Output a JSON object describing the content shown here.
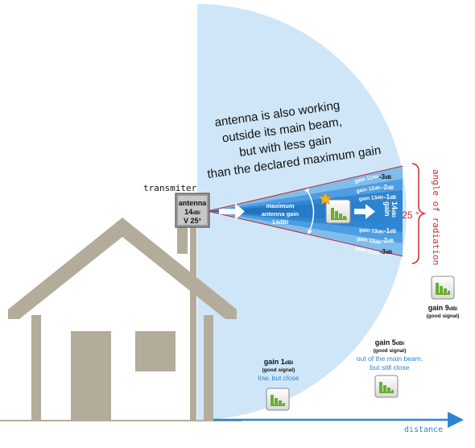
{
  "colors": {
    "coverage": "#cfe6f8",
    "beam_dark": "#1d6fb8",
    "beam_mid": "#3a8fd6",
    "beam_light": "#6fb2ea",
    "house": "#b3ac9b",
    "house_window": "#b3ac9b",
    "red": "#cc2b2b",
    "distance_blue": "#2a86d0",
    "signal_green": "#6aae2f",
    "star": "#f5b320"
  },
  "coverage_text": {
    "line1": "antenna is also working",
    "line2": "outside its main beam,",
    "line3": "but with less gain",
    "line4": "than the declared maximum gain"
  },
  "transmitter": {
    "label": "transmiter",
    "antenna_line1": "antenna",
    "antenna_gain_value": "14",
    "antenna_gain_unit": "dBi",
    "antenna_line3": "V 25°"
  },
  "beam": {
    "center_line1": "maximum",
    "center_line2": "antenna gain",
    "center_line3": "14dBi",
    "gain_vertical_word": "gain",
    "gain_vertical_value": "14",
    "gain_vertical_unit": "dBi",
    "upper_labels": [
      {
        "name": "gain 11",
        "unit": "dBi",
        "delta": "-3",
        "delta_unit": "dB"
      },
      {
        "name": "gain 12",
        "unit": "dBi",
        "delta": "-2",
        "delta_unit": "dB"
      },
      {
        "name": "gain 13",
        "unit": "dBi",
        "delta": "-1",
        "delta_unit": "dB"
      }
    ],
    "lower_labels": [
      {
        "name": "gain 13",
        "unit": "dBi",
        "delta": "-1",
        "delta_unit": "dB"
      },
      {
        "name": "gain 12",
        "unit": "dBi",
        "delta": "-2",
        "delta_unit": "dB"
      },
      {
        "name": "gain 11",
        "unit": "dBi",
        "delta": "-3",
        "delta_unit": "dB"
      }
    ]
  },
  "angle": {
    "value": "25 °",
    "label": "angle of radiation"
  },
  "receivers": [
    {
      "gain_prefix": "gain ",
      "gain_value": "9",
      "gain_unit": "dBi",
      "quality": "(good signal)",
      "note_line1": "",
      "note_line2": ""
    },
    {
      "gain_prefix": "gain ",
      "gain_value": "5",
      "gain_unit": "dBi",
      "quality": "(good signal)",
      "note_line1": "out of the main beam,",
      "note_line2": "but still close"
    },
    {
      "gain_prefix": "gain ",
      "gain_value": "1",
      "gain_unit": "dBi",
      "quality": "(good signal)",
      "note_line1": "low, but close",
      "note_line2": ""
    }
  ],
  "axis": {
    "distance_label": "distance"
  }
}
